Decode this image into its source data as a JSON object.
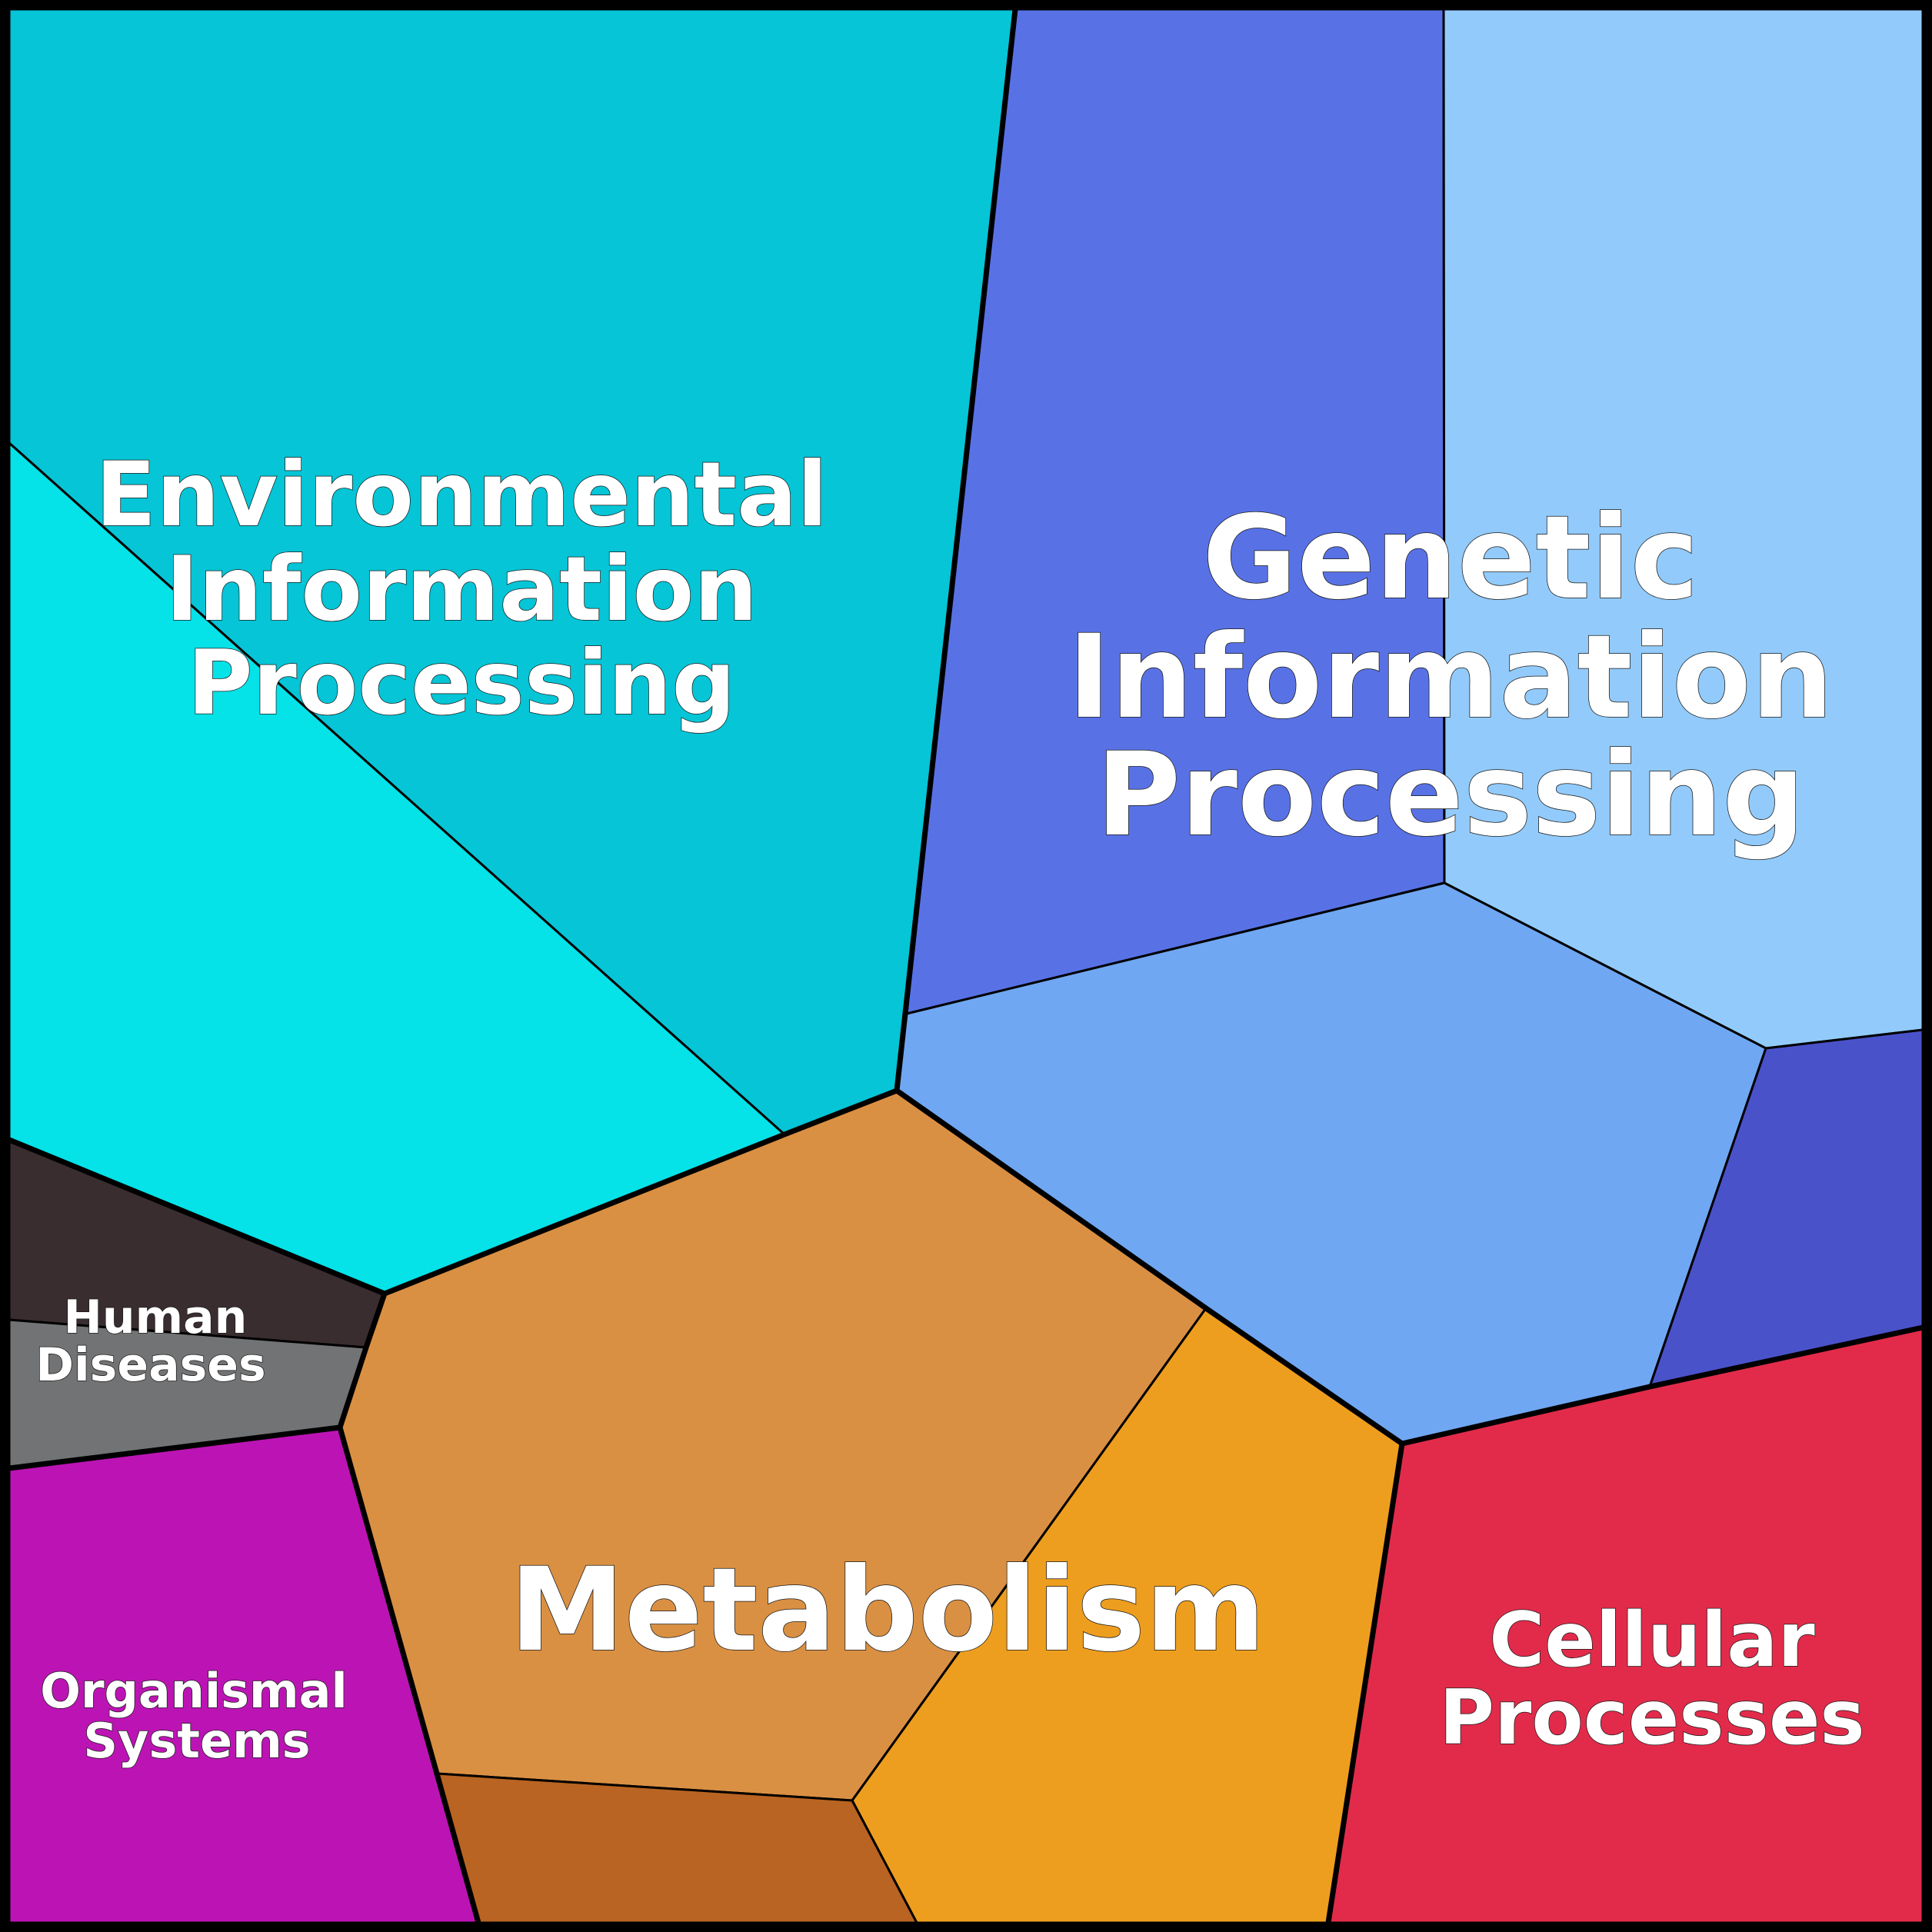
{
  "title": "Voronoi treemap of KEGG pathway categories",
  "categories": [
    {
      "id": "environmental",
      "label_lines": [
        "Environmental",
        "Information",
        "Processing"
      ],
      "colors": [
        "#05c5d6",
        "#05e2e8"
      ]
    },
    {
      "id": "genetic",
      "label_lines": [
        "Genetic",
        "Information",
        "Processing"
      ],
      "colors": [
        "#5872e6",
        "#92cbfb",
        "#70a7f2",
        "#4a52ca"
      ]
    },
    {
      "id": "metabolism",
      "label_lines": [
        "Metabolism"
      ],
      "colors": [
        "#da9043",
        "#ee9e1e",
        "#b96422"
      ]
    },
    {
      "id": "cellular",
      "label_lines": [
        "Cellular",
        "Processes"
      ],
      "colors": [
        "#e22b4a"
      ]
    },
    {
      "id": "human-diseases",
      "label_lines": [
        "Human",
        "Diseases"
      ],
      "colors": [
        "#392d30",
        "#727374"
      ]
    },
    {
      "id": "organismal",
      "label_lines": [
        "Organismal",
        "Systems"
      ],
      "colors": [
        "#bc14b4"
      ]
    }
  ],
  "border_color": "#000000"
}
